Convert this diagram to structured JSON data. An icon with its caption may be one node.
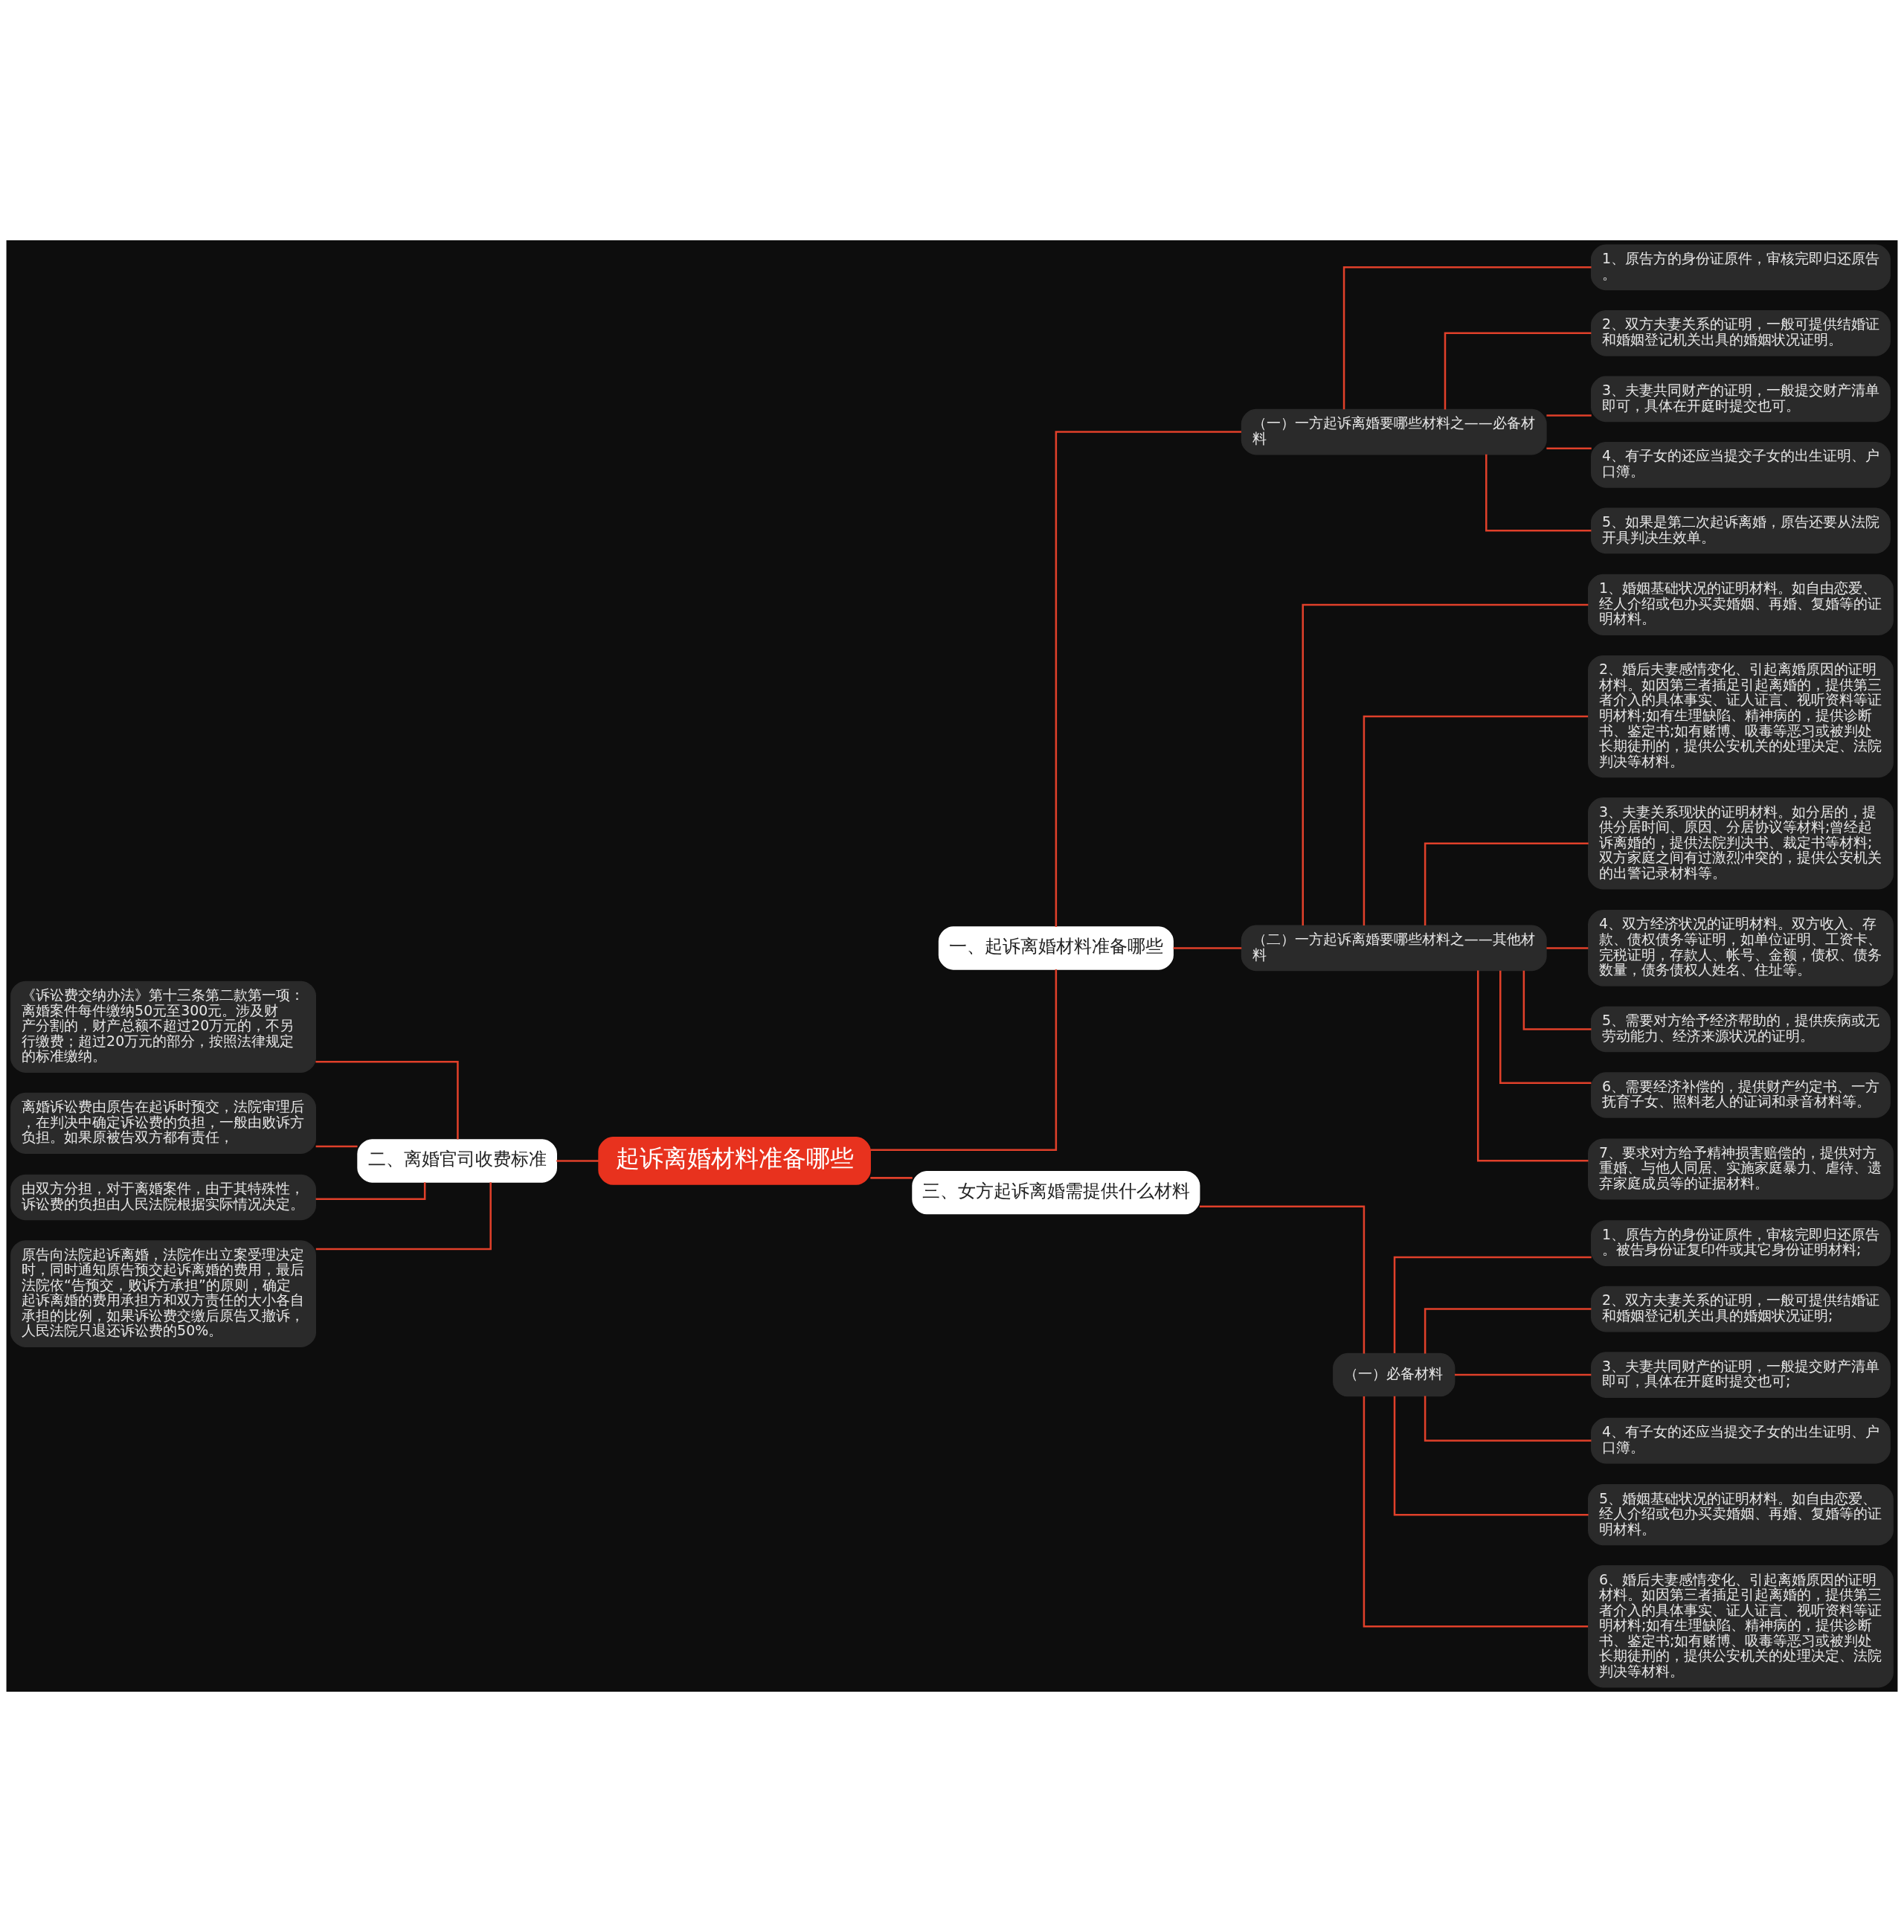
{
  "diagram": {
    "nodes": [
      {
        "text": [
          "起诉离婚材料准备哪些"
        ]
      },
      {
        "text": [
          "一、起诉离婚材料准备哪些"
        ]
      },
      {
        "text": [
          "（一）一方起诉离婚要哪些材料之——必备材料"
        ]
      },
      {
        "text": [
          "1、原告方的身份证原件，审核完即归还原告。"
        ]
      },
      {
        "text": [
          "2、双方夫妻关系的证明，一般可提供结婚证和婚姻登记机关出具的婚姻状况证明。"
        ]
      },
      {
        "text": [
          "3、夫妻共同财产的证明，一般提交财产清单即可，具体在开庭时提交也可。"
        ]
      },
      {
        "text": [
          "4、有子女的还应当提交子女的出生证明、户口簿。"
        ]
      },
      {
        "text": [
          "5、如果是第二次起诉离婚，原告还要从法院开具判决生效单。"
        ]
      },
      {
        "text": [
          "（二）一方起诉离婚要哪些材料之——其他材料"
        ]
      },
      {
        "text": [
          "1、婚姻基础状况的证明材料。如自由恋爱、经人介绍或包办买卖婚姻、再婚、复婚等的证明材料。"
        ]
      },
      {
        "text": [
          "2、婚后夫妻感情变化、引起离婚原因的证明材料。如因第三者插足引起离婚的，提供第三者介入的具体事实、证人证言、视听资料等证明材料;如有生理缺陷、精神病的，提供诊断书、鉴定书;如有赌博、吸毒等恶习或被判处长期徒刑的，提供公安机关的处理决定、法院判决等材料。"
        ]
      },
      {
        "text": [
          "3、夫妻关系现状的证明材料。如分居的，提供分居时间、原因、分居协议等材料;曾经起诉离婚的，提供法院判决书、裁定书等材料;双方家庭之间有过激烈冲突的，提供公安机关的出警记录材料等。"
        ]
      },
      {
        "text": [
          "4、双方经济状况的证明材料。双方收入、存款、债权债务等证明，如单位证明、工资卡、完税证明，存款人、帐号、金额，债权、债务数量，债务债权人姓名、住址等。"
        ]
      },
      {
        "text": [
          "5、需要对方给予经济帮助的，提供疾病或无劳动能力、经济来源状况的证明。"
        ]
      },
      {
        "text": [
          "6、需要经济补偿的，提供财产约定书、一方抚育子女、照料老人的证词和录音材料等。"
        ]
      },
      {
        "text": [
          "7、要求对方给予精神损害赔偿的，提供对方重婚、与他人同居、实施家庭暴力、虐待、遗弃家庭成员等的证据材料。"
        ]
      },
      {
        "text": [
          "二、离婚官司收费标准"
        ]
      },
      {
        "text": [
          "《诉讼费交纳办法》第十三条第二款第一项：离婚案件每件缴纳50元至300元。涉及财产分割的，财产总额不超过20万元的，不另行缴费；超过20万元的部分，按照法律规定的标准缴纳。"
        ]
      },
      {
        "text": [
          "离婚诉讼费由原告在起诉时预交，法院审理后，在判决中确定诉讼费的负担，一般由败诉方负担。如果原被告双方都有责任，"
        ]
      },
      {
        "text": [
          "由双方分担，对于离婚案件，由于其特殊性，诉讼费的负担由人民法院根据实际情况决定。"
        ]
      },
      {
        "text": [
          "原告向法院起诉离婚，法院作出立案受理决定时，同时通知原告预交起诉离婚的费用，最后法院依“告预交，败诉方承担”的原则，确定起诉离婚的费用承担方和双方责任的大小各自承担的比例，如果诉讼费交缴后原告又撤诉，人民法院只退还诉讼费的50%。"
        ]
      },
      {
        "text": [
          "三、女方起诉离婚需提供什么材料"
        ]
      },
      {
        "text": [
          "（一）必备材料"
        ]
      },
      {
        "text": [
          "1、原告方的身份证原件，审核完即归还原告。被告身份证复印件或其它身份证明材料;"
        ]
      },
      {
        "text": [
          "2、双方夫妻关系的证明，一般可提供结婚证和婚姻登记机关出具的婚姻状况证明;"
        ]
      },
      {
        "text": [
          "3、夫妻共同财产的证明，一般提交财产清单即可，具体在开庭时提交也可;"
        ]
      },
      {
        "text": [
          "4、有子女的还应当提交子女的出生证明、户口簿。"
        ]
      },
      {
        "text": [
          "5、婚姻基础状况的证明材料。如自由恋爱、经人介绍或包办买卖婚姻、再婚、复婚等的证明材料。"
        ]
      },
      {
        "text": [
          "6、婚后夫妻感情变化、引起离婚原因的证明材料。如因第三者插足引起离婚的，提供第三者介入的具体事实、证人证言、视听资料等证明材料;如有生理缺陷、精神病的，提供诊断书、鉴定书;如有赌博、吸毒等恶习或被判处长期徒刑的，提供公安机关的处理决定、法院判决等材料。"
        ]
      }
    ],
    "edges": [
      {
        "from": 0,
        "to": 1,
        "arrow": "none"
      },
      {
        "from": 1,
        "to": 2,
        "arrow": "none"
      },
      {
        "from": 2,
        "to": 3,
        "arrow": "none"
      },
      {
        "from": 2,
        "to": 4,
        "arrow": "none"
      },
      {
        "from": 2,
        "to": 5,
        "arrow": "none"
      },
      {
        "from": 2,
        "to": 6,
        "arrow": "none"
      },
      {
        "from": 2,
        "to": 7,
        "arrow": "none"
      },
      {
        "from": 1,
        "to": 8,
        "arrow": "none"
      },
      {
        "from": 8,
        "to": 9,
        "arrow": "none"
      },
      {
        "from": 8,
        "to": 10,
        "arrow": "none"
      },
      {
        "from": 8,
        "to": 11,
        "arrow": "none"
      },
      {
        "from": 8,
        "to": 12,
        "arrow": "none"
      },
      {
        "from": 8,
        "to": 13,
        "arrow": "none"
      },
      {
        "from": 8,
        "to": 14,
        "arrow": "none"
      },
      {
        "from": 8,
        "to": 15,
        "arrow": "none"
      },
      {
        "from": 0,
        "to": 16,
        "arrow": "none"
      },
      {
        "from": 16,
        "to": 17,
        "arrow": "none"
      },
      {
        "from": 16,
        "to": 18,
        "arrow": "none"
      },
      {
        "from": 16,
        "to": 19,
        "arrow": "none"
      },
      {
        "from": 16,
        "to": 20,
        "arrow": "none"
      },
      {
        "from": 0,
        "to": 21,
        "arrow": "none"
      },
      {
        "from": 21,
        "to": 22,
        "arrow": "none"
      },
      {
        "from": 22,
        "to": 23,
        "arrow": "none"
      },
      {
        "from": 22,
        "to": 24,
        "arrow": "none"
      },
      {
        "from": 22,
        "to": 25,
        "arrow": "none"
      },
      {
        "from": 22,
        "to": 26,
        "arrow": "none"
      },
      {
        "from": 22,
        "to": 27,
        "arrow": "none"
      },
      {
        "from": 22,
        "to": 28,
        "arrow": "none"
      }
    ]
  }
}
